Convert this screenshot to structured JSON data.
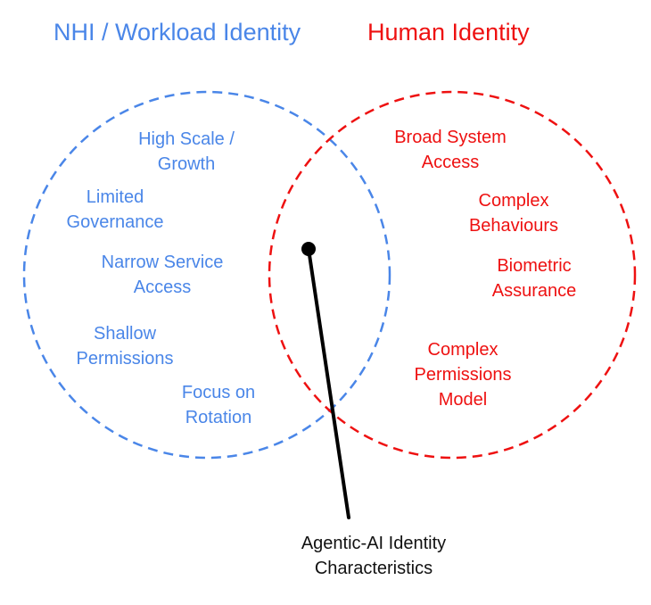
{
  "colors": {
    "nhi": "#4a86e8",
    "human": "#ee1111",
    "pointer": "#000000",
    "text_dark": "#111111"
  },
  "titles": {
    "nhi": "NHI / Workload Identity",
    "human": "Human Identity"
  },
  "nhi_traits": [
    {
      "lines": [
        "High Scale /",
        "Growth"
      ]
    },
    {
      "lines": [
        "Limited",
        "Governance"
      ]
    },
    {
      "lines": [
        "Narrow Service",
        "Access"
      ]
    },
    {
      "lines": [
        "Shallow",
        "Permissions"
      ]
    },
    {
      "lines": [
        "Focus on",
        "Rotation"
      ]
    }
  ],
  "human_traits": [
    {
      "lines": [
        "Broad System",
        "Access"
      ]
    },
    {
      "lines": [
        "Complex",
        "Behaviours"
      ]
    },
    {
      "lines": [
        "Biometric",
        "Assurance"
      ]
    },
    {
      "lines": [
        "Complex",
        "Permissions",
        "Model"
      ]
    }
  ],
  "overlap_callout": {
    "lines": [
      "Agentic-AI Identity",
      "Characteristics"
    ]
  }
}
